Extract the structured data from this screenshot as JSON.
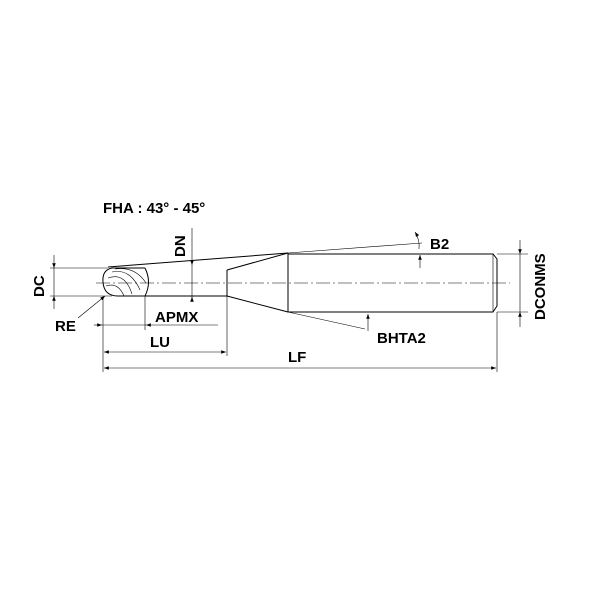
{
  "title": "FHA : 43° - 45°",
  "labels": {
    "dc": "DC",
    "dn": "DN",
    "re": "RE",
    "apmx": "APMX",
    "lu": "LU",
    "lf": "LF",
    "b2": "B2",
    "bhta2": "BHTA2",
    "dconms": "DCONMS"
  },
  "colors": {
    "line": "#000000",
    "background": "#ffffff"
  }
}
